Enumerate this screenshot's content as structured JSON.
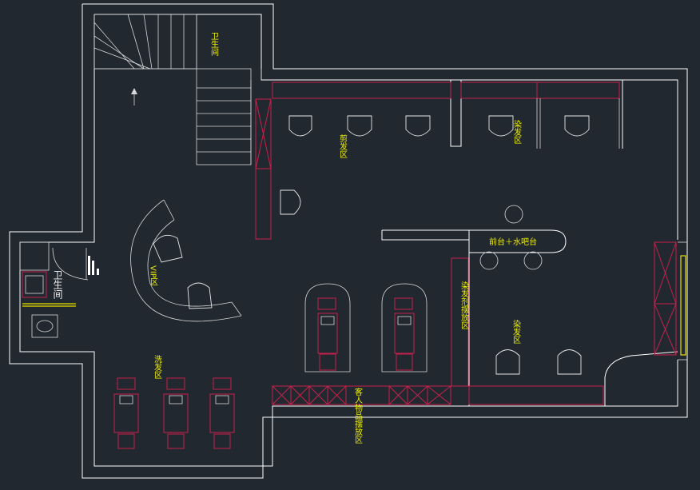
{
  "labels": {
    "toilet_upper": "卫生间",
    "haircut_area": "剪发区",
    "dye_area_top": "染发区",
    "vip_area": "VIP区",
    "front_desk": "前台＋水吧台",
    "dye_area_bottom": "染发区",
    "dye_product_area": "染发剂摆放区",
    "wash_area": "洗发区",
    "guest_items_area": "客人物品摆放区",
    "toilet_left": "卫生间"
  },
  "colors": {
    "background": "#212830",
    "wall": "#ffffff",
    "furniture": "#c8204a",
    "label": "#f0f000"
  }
}
